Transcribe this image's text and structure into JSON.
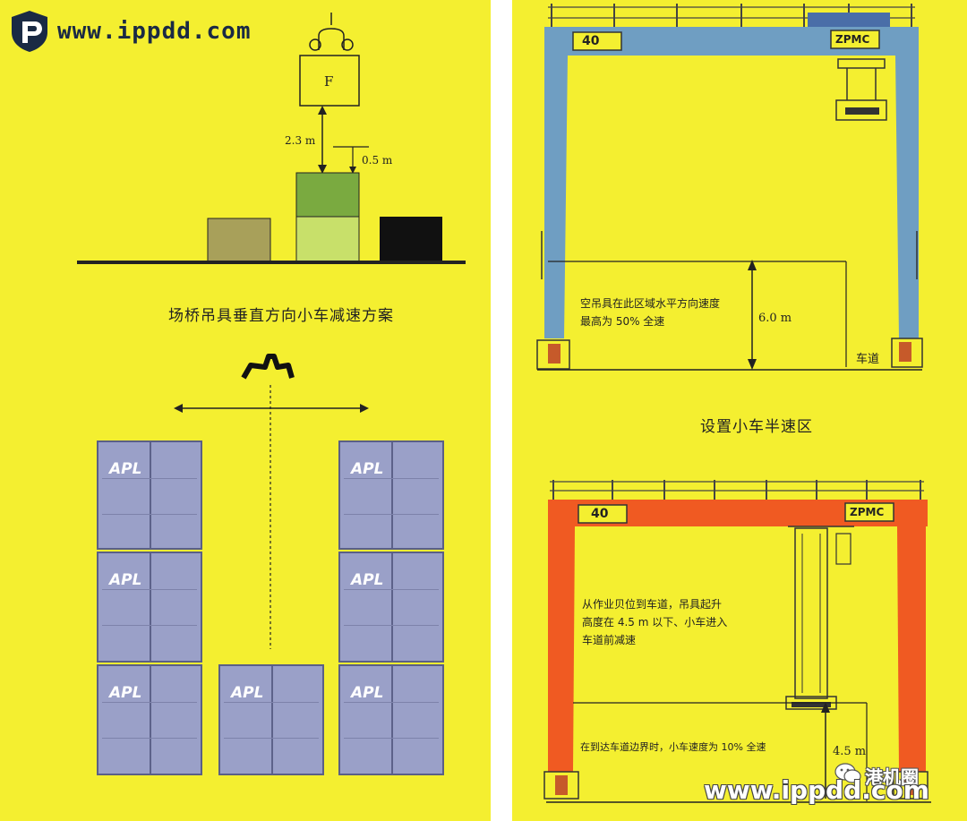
{
  "logo": {
    "icon": "shield-p-logo-icon",
    "url_text": "www.ippdd.com"
  },
  "vertical_scheme": {
    "box_label": "F",
    "dim_large": "2.3 m",
    "dim_small": "0.5 m",
    "caption": "场桥吊具垂直方向小车减速方案"
  },
  "containers": {
    "brand": "APL",
    "color": "#9aa0c8"
  },
  "gantry_top": {
    "left_sign": "40",
    "right_sign": "ZPMC",
    "note": [
      "空吊具在此区域水平方向速度",
      "最高为 50% 全速"
    ],
    "height_label": "6.0 m",
    "lane_label": "车道",
    "caption": "设置小车半速区",
    "color": "#6f9ec2"
  },
  "gantry_bottom": {
    "left_sign": "40",
    "right_sign": "ZPMC",
    "note": [
      "从作业贝位到车道，吊具起升",
      "高度在 4.5 m 以下、小车进入",
      "车道前减速"
    ],
    "note2": "在到达车道边界时，小车速度为 10% 全速",
    "height_label": "4.5 m",
    "color": "#f05a22"
  },
  "watermark": {
    "wechat_label": "港机圈",
    "url_text": "www.ippdd.com"
  }
}
